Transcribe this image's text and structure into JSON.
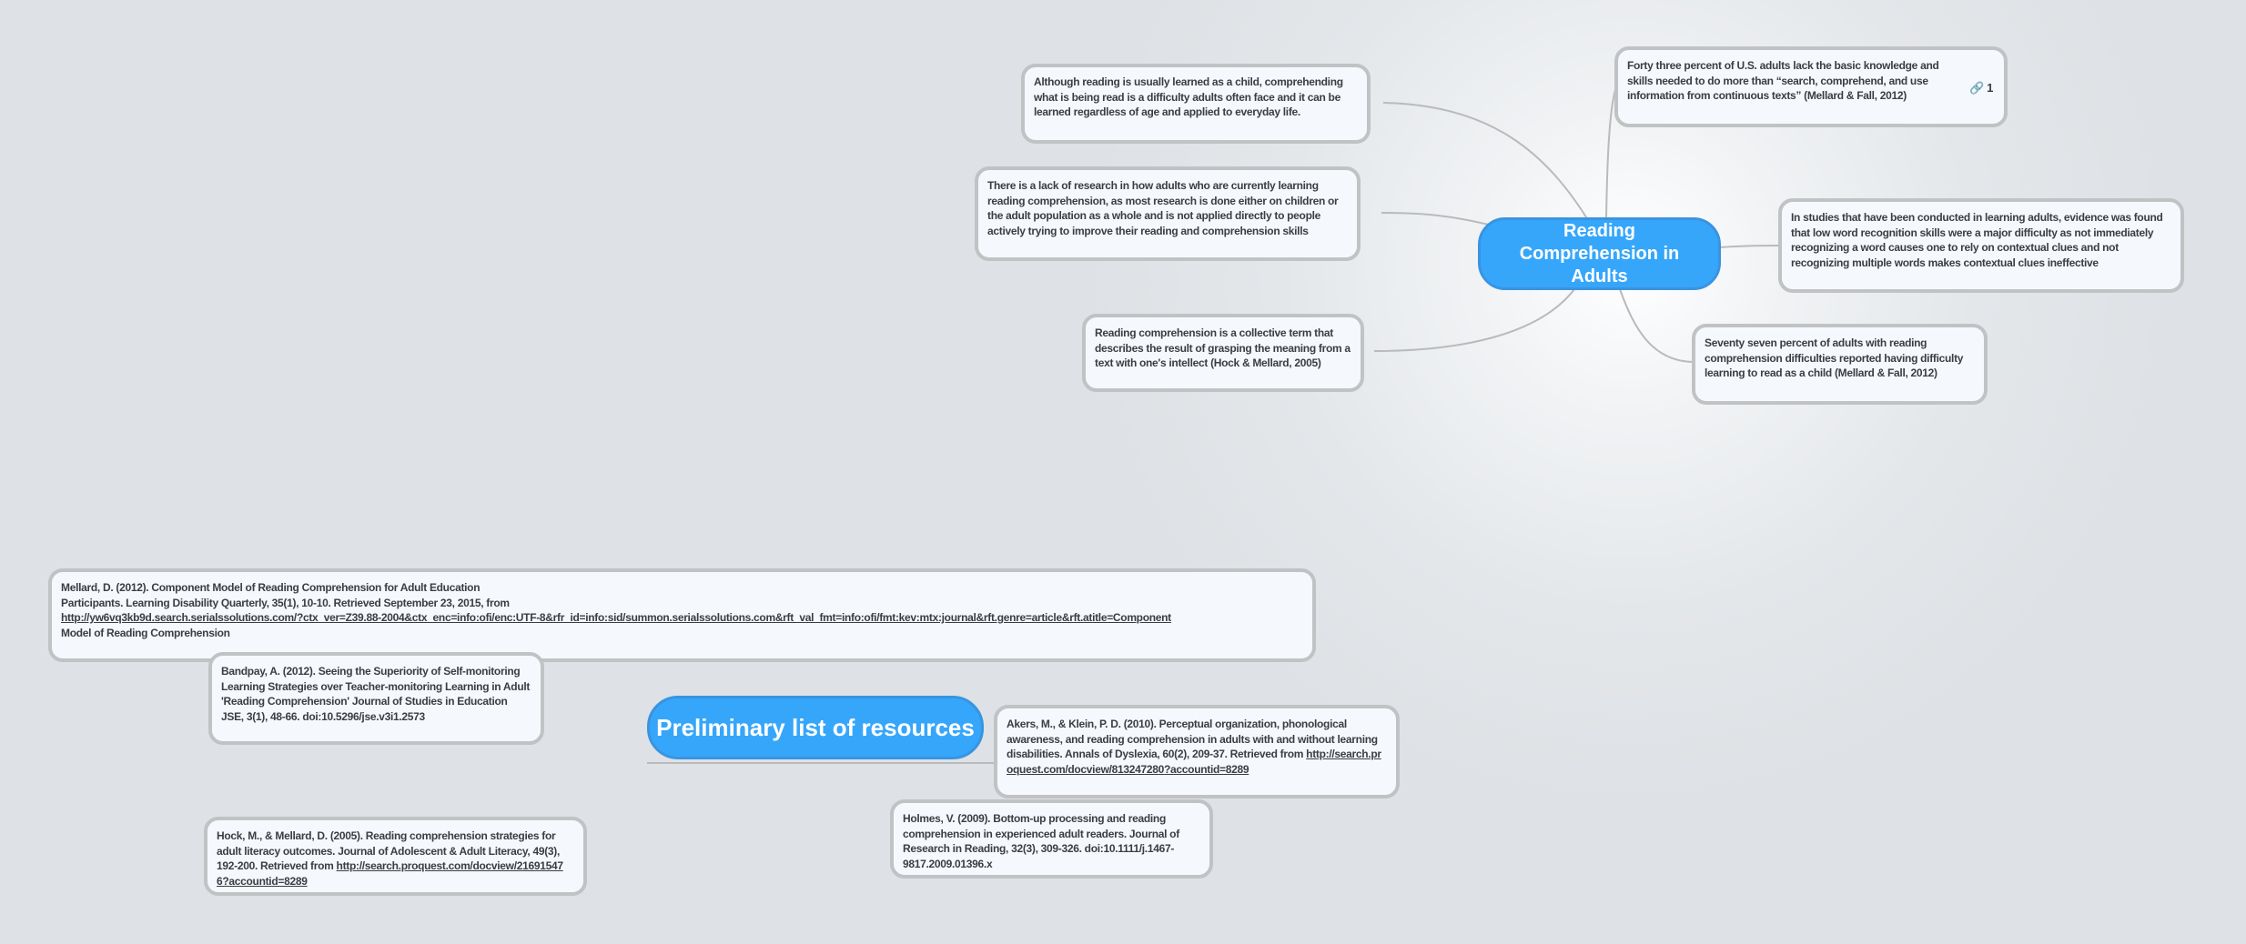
{
  "map1": {
    "central": "Reading Comprehension in Adults",
    "topics": [
      {
        "text": "Although reading is usually learned as a child, comprehending what is being read is a difficulty adults often face and it can be learned regardless of age and applied to everyday life."
      },
      {
        "text": "There is a lack of research in how adults who are currently learning reading comprehension, as most research is done either on children or the adult population as a whole and is not applied directly to people actively trying to improve their reading and comprehension skills"
      },
      {
        "text": "Reading comprehension is a collective term that describes the result of grasping the meaning from a text with one's intellect  (Hock & Mellard, 2005)"
      },
      {
        "text": "Forty three percent of U.S. adults lack the basic knowledge and skills needed to do more than “search, comprehend, and use information from continuous texts” (Mellard & Fall, 2012)",
        "link_count": "1",
        "icon": "link-icon"
      },
      {
        "text": "In studies that have been conducted in learning adults, evidence was found that low word recognition skills were a major difficulty as not immediately recognizing a word causes one to rely on contextual clues and not recognizing multiple words makes contextual clues ineffective"
      },
      {
        "text": "Seventy seven percent of adults with reading comprehension difficulties reported having difficulty learning to read as a child (Mellard & Fall, 2012)"
      }
    ]
  },
  "map2": {
    "central": "Preliminary list of resources",
    "resources": [
      {
        "text": "Mellard, D. (2012). Component Model of Reading Comprehension for Adult Education Participants. Learning Disability Quarterly, 35(1), 10-10. Retrieved September 23, 2015, from",
        "url": "http://yw6vq3kb9d.search.serialssolutions.com/?ctx_ver=Z39.88-2004&ctx_enc=info:ofi/enc:UTF-8&rfr_id=info:sid/summon.serialssolutions.com&rft_val_fmt=info:ofi/fmt:kev:mtx:journal&rft.genre=article&rft.atitle=Component",
        "after": "Model of Reading Comprehension"
      },
      {
        "text": "Bandpay, A. (2012). Seeing the Superiority of Self-monitoring Learning Strategies over Teacher-monitoring Learning in Adult 'Reading Comprehension' Journal of Studies in Education JSE, 3(1), 48-66. doi:10.5296/jse.v3i1.2573"
      },
      {
        "text": "Akers, M., & Klein, P. D. (2010). Perceptual organization, phonological awareness, and reading comprehension in adults with and without learning disabilities. Annals of Dyslexia, 60(2), 209-37. Retrieved from",
        "url": "http://search.proquest.com/docview/813247280?accountid=8289"
      },
      {
        "text": "Holmes, V. (2009). Bottom-up processing and reading comprehension in experienced adult readers. Journal of Research in Reading, 32(3), 309-326. doi:10.1111/j.1467-9817.2009.01396.x"
      },
      {
        "text": "Hock, M., & Mellard, D. (2005). Reading comprehension strategies for adult literacy outcomes. Journal of Adolescent & Adult Literacy, 49(3), 192-200. Retrieved from",
        "url": "http://search.proquest.com/docview/216915476?accountid=8289"
      }
    ]
  },
  "colors": {
    "central": "#36a6fb",
    "node_bg": "#f5f9fe",
    "node_border": "#c1c2c4",
    "connector": "#b9babc"
  }
}
